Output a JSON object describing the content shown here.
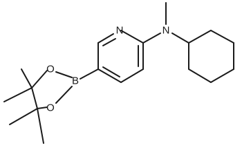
{
  "molecule": {
    "atoms": {
      "pyridine_n": "N",
      "amine_n": "N",
      "boron": "B",
      "oxygen_top": "O",
      "oxygen_bottom": "O"
    }
  }
}
